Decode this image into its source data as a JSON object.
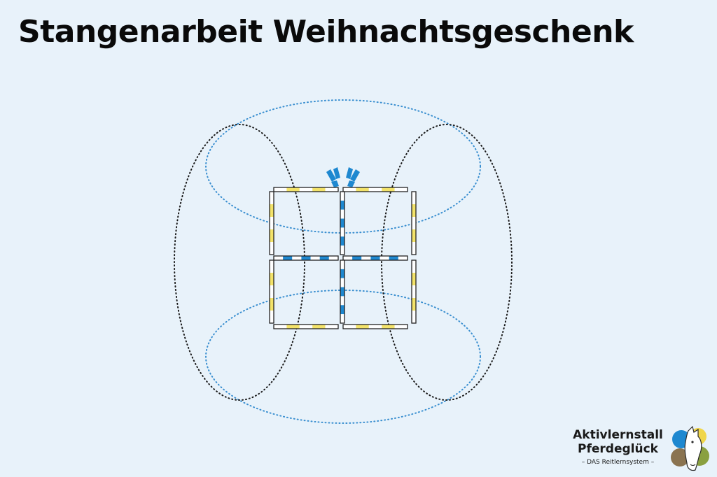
{
  "title": "Stangenarbeit Weihnachtsgeschenk",
  "logo": {
    "line1": "Aktivlernstall",
    "line2": "Pferdeglück",
    "line3": "– DAS Reitlernsystem –"
  },
  "colors": {
    "background": "#e8f2fa",
    "pole_yellow": "#f3e36a",
    "pole_blue": "#1e88d0",
    "route_black": "#1a1a1a",
    "route_blue": "#3a8fd0"
  }
}
